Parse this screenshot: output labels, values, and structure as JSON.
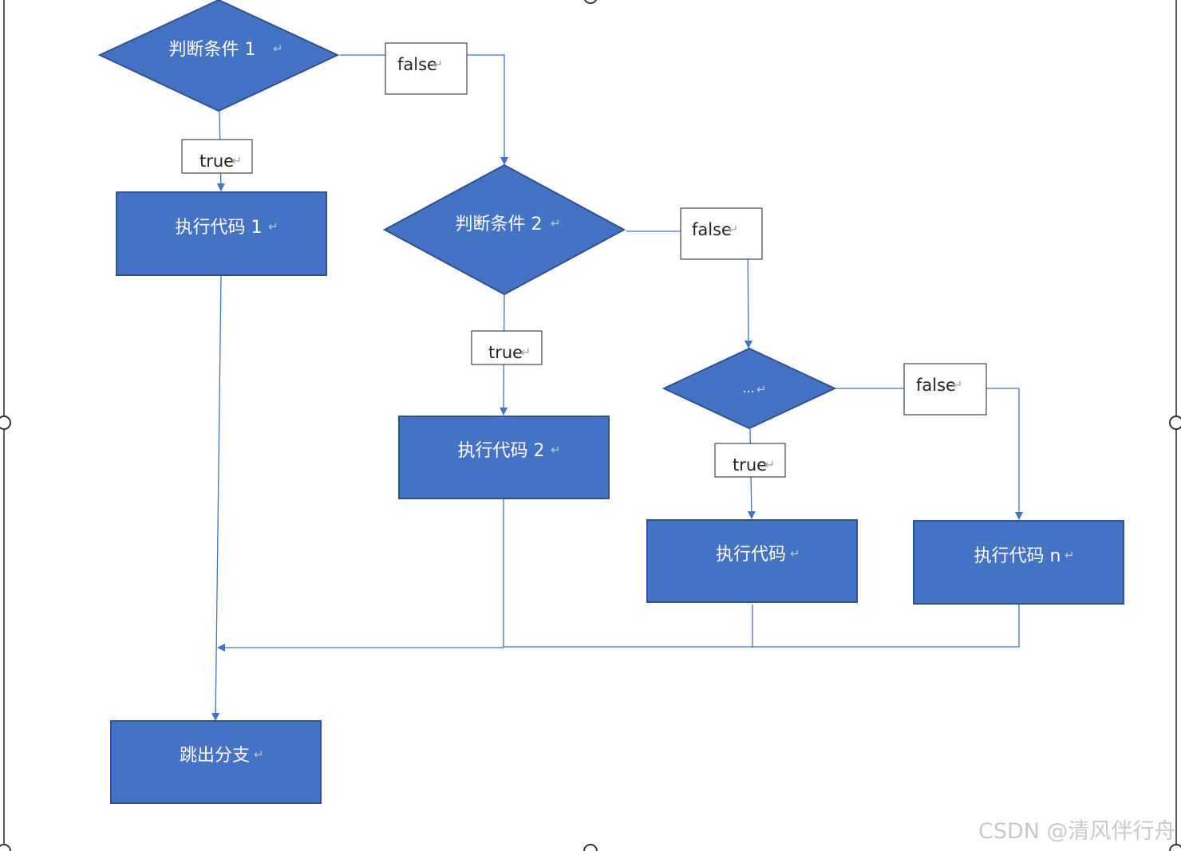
{
  "diagram": {
    "decisions": {
      "cond1": "判断条件 1",
      "cond2": "判断条件 2",
      "cond3": "..."
    },
    "actions": {
      "exec1": "执行代码 1",
      "exec2": "执行代码 2",
      "exec3": "执行代码",
      "execn": "执行代码 n",
      "exit": "跳出分支"
    },
    "branch_labels": {
      "false1": "false",
      "true1": "true",
      "false2": "false",
      "true2": "true",
      "false3": "false",
      "true3": "true"
    },
    "paragraph_mark": "↵"
  },
  "colors": {
    "shape_fill": "#4472c4",
    "shape_stroke": "#2f528f",
    "connector": "#4472c4"
  },
  "watermark": "CSDN @清风伴行舟"
}
